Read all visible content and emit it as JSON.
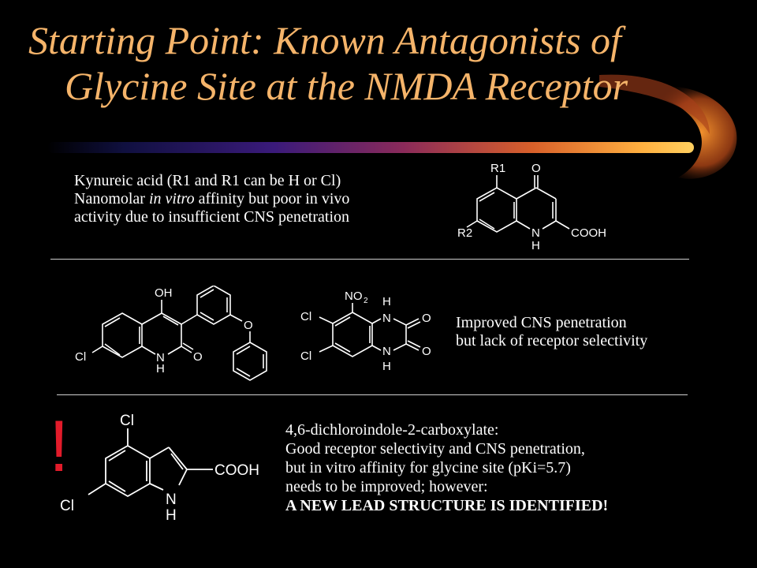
{
  "slide": {
    "title_line1": "Starting Point: Known Antagonists of",
    "title_line2": "Glycine Site at the NMDA Receptor"
  },
  "kynurenic": {
    "line1": "Kynureic acid (R1 and R1 can be H or Cl)",
    "line2_pre": "Nanomolar ",
    "line2_em": "in vitro",
    "line2_post": " affinity but poor in vivo",
    "line3": "activity due to insufficient CNS penetration",
    "labels": {
      "r1": "R1",
      "r2": "R2",
      "o": "O",
      "n": "N",
      "h": "H",
      "cooh": "COOH"
    }
  },
  "improved": {
    "line1": "Improved CNS penetration",
    "line2": "but lack of receptor selectivity",
    "labels": {
      "oh": "OH",
      "o": "O",
      "cl": "Cl",
      "n": "N",
      "h": "H",
      "no": "NO",
      "sub2": "2"
    }
  },
  "indole": {
    "line1": "4,6-dichloroindole-2-carboxylate:",
    "line2": "Good receptor selectivity and CNS penetration,",
    "line3": "but in vitro affinity for glycine site (pKi=5.7)",
    "line4": "needs to be improved; however:",
    "line5": "A NEW LEAD STRUCTURE IS IDENTIFIED!",
    "exclamation": "!",
    "labels": {
      "cl": "Cl",
      "cooh": "COOH",
      "n": "N",
      "h": "H"
    }
  },
  "colors": {
    "title": "#f5b46a",
    "exclamation": "#e21b2a",
    "background": "#000000"
  }
}
